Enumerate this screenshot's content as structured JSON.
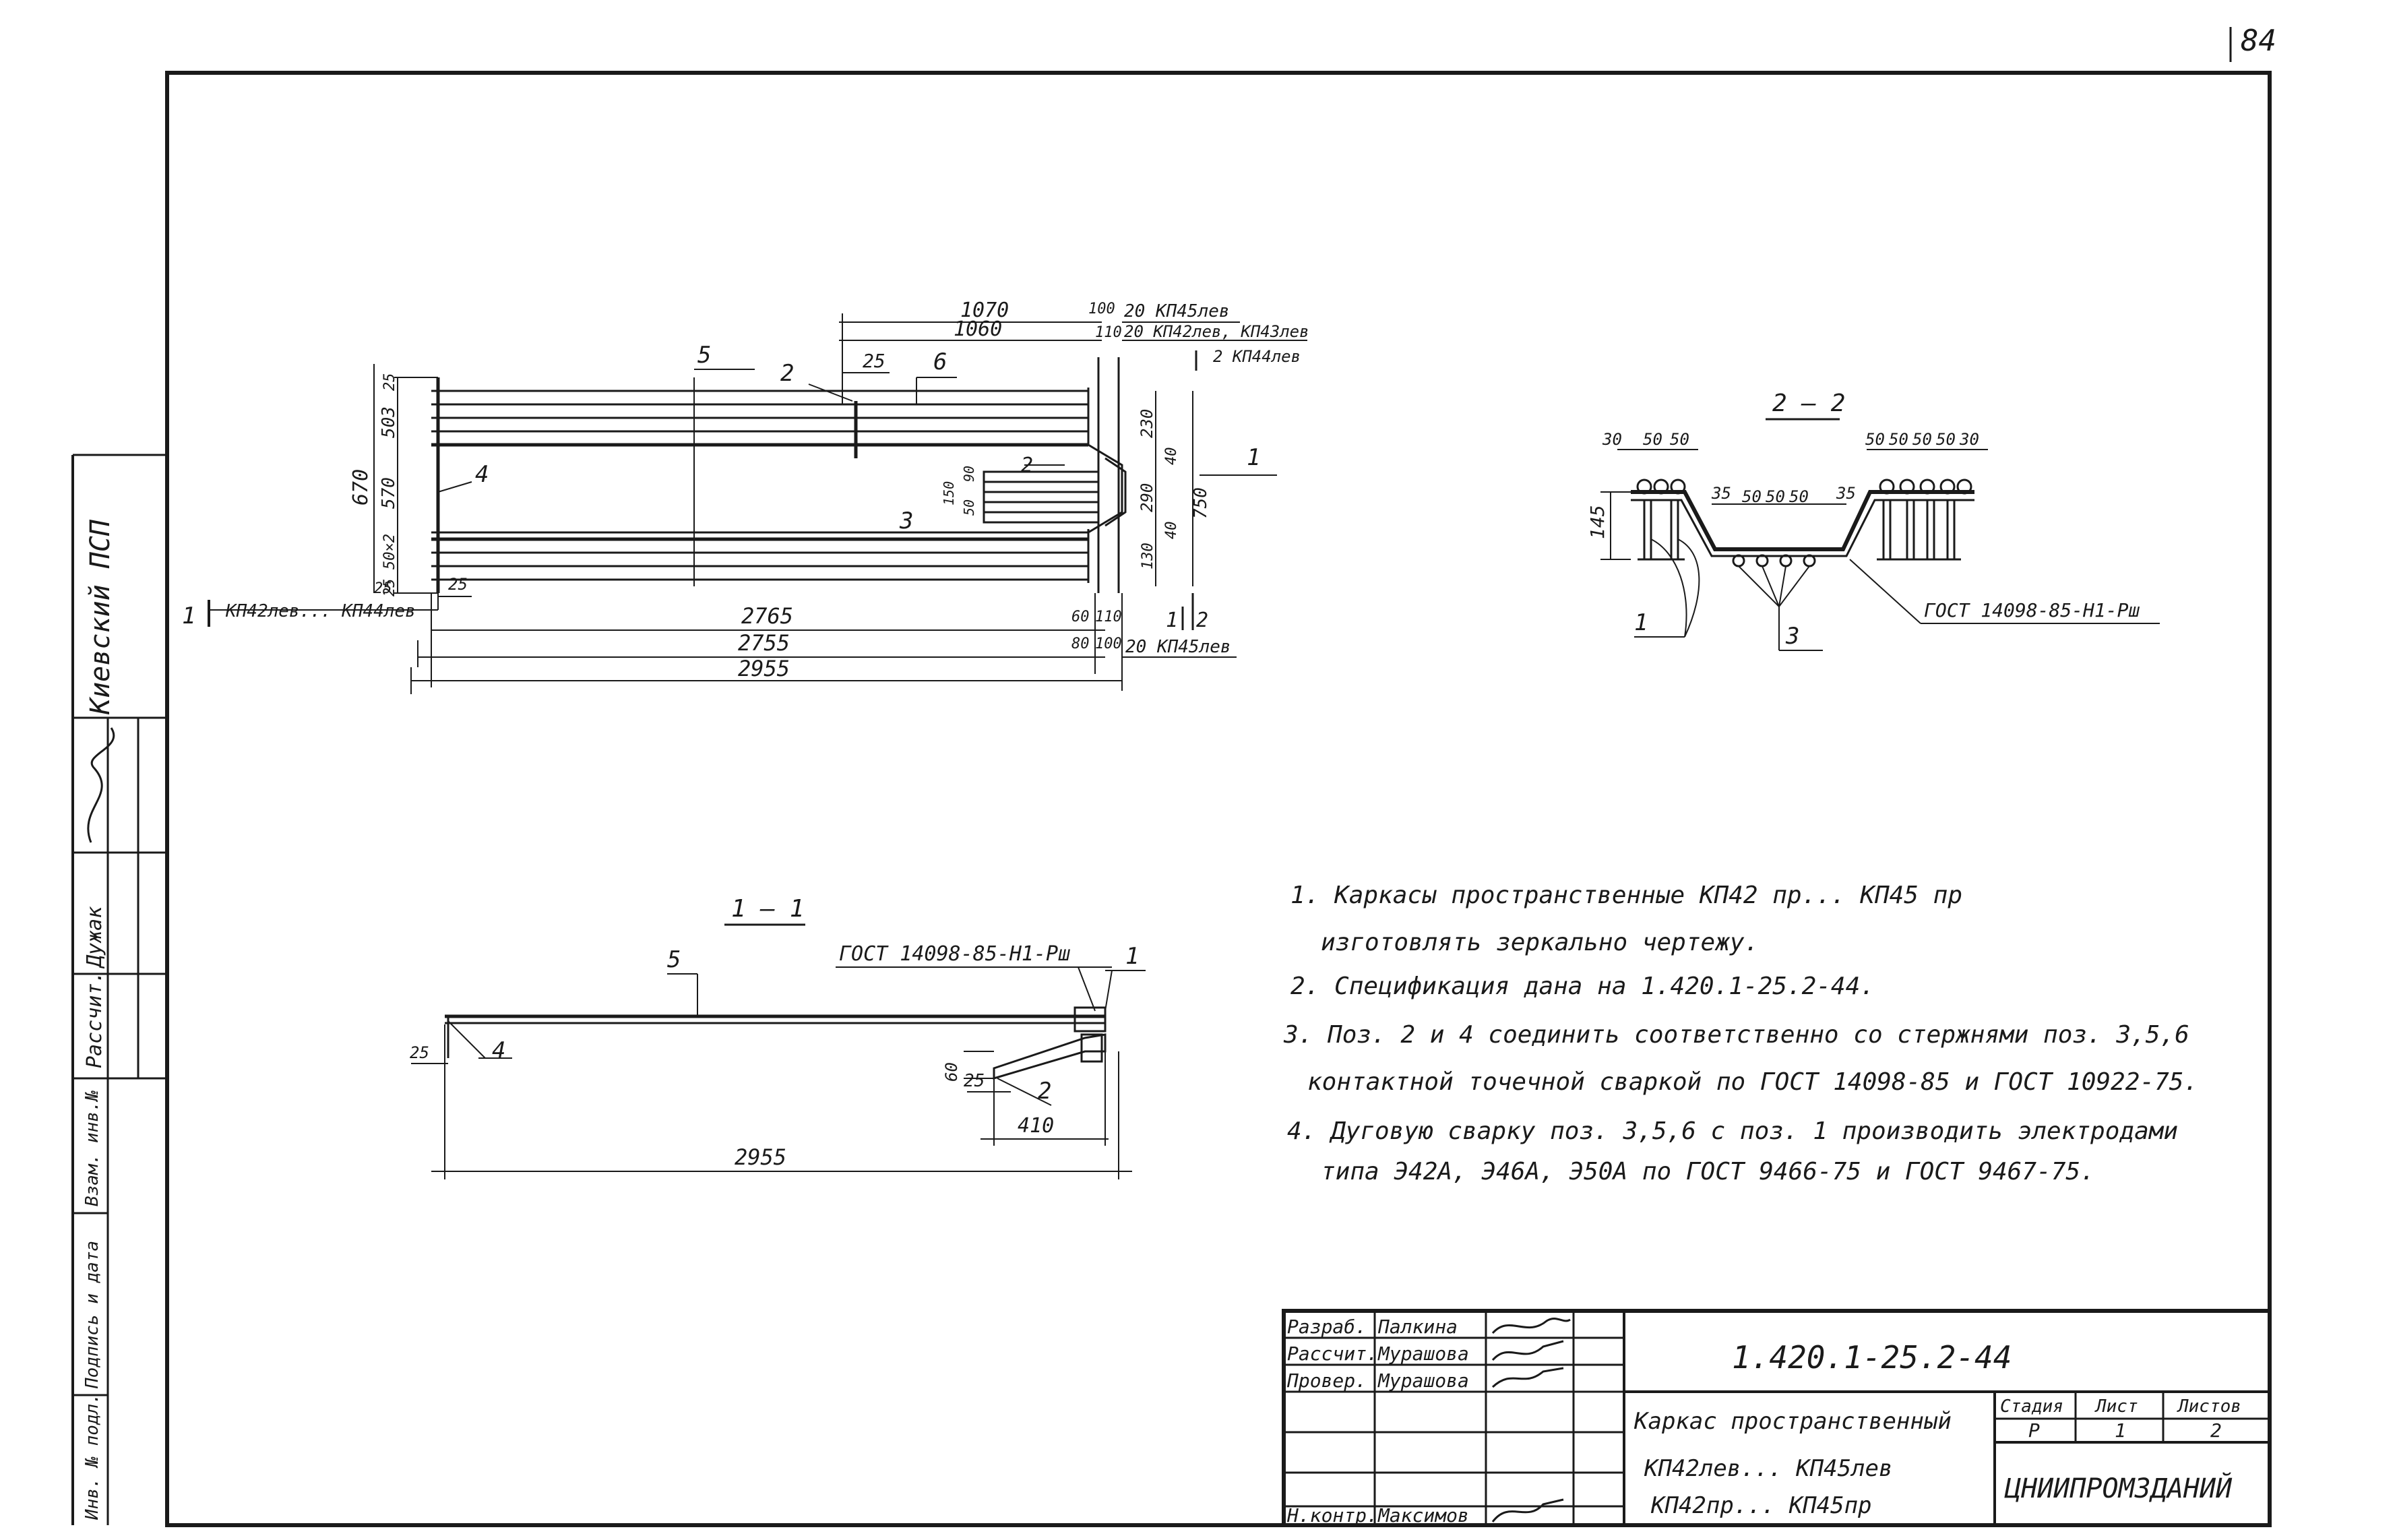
{
  "page_number": "84",
  "side_stamp": {
    "organization": "Киевский ПСП",
    "role": "Рассчит.",
    "name": "Дужак",
    "signature": "Дужак"
  },
  "side_columns": [
    "Взам. инв.№",
    "Подпись и дата",
    "Инв. № подл."
  ],
  "plan_view": {
    "labels": {
      "pos5": "5",
      "pos2": "2",
      "pos6": "6",
      "pos4": "4",
      "pos3": "3",
      "pos1": "1",
      "pos2b": "2",
      "dim_1070": "1070",
      "dim_1060": "1060",
      "dim_100": "100",
      "dim_110": "110",
      "note_kp45": "20 КП45лев",
      "note_kp42_43": "20 КП42лев, КП43лев",
      "note_kp44": "2 КП44лев",
      "dim_25_top": "25",
      "dim_25_left": "25",
      "dim_25_bot": "25",
      "dim_670": "670",
      "dim_503": "503",
      "dim_570": "570",
      "dim_50x2": "50×2",
      "dim_25v": "25",
      "dim_25v2": "25",
      "dim_230": "230",
      "dim_40": "40",
      "dim_290": "290",
      "dim_750": "750",
      "dim_40b": "40",
      "dim_130": "130",
      "dim_150": "150",
      "dim_90": "90",
      "dim_50": "50",
      "dim_2765": "2765",
      "dim_2755": "2755",
      "dim_2955": "2955",
      "dim_60": "60",
      "dim_110b": "110",
      "dim_80": "80",
      "dim_100b": "100",
      "note_kp45_bot": "20 КП45лев",
      "section_1": "1",
      "section_1_note": "КП42лев... КП44лев",
      "section_1r": "1",
      "section_2r": "2"
    }
  },
  "section_2_2": {
    "title": "2 – 2",
    "dims_left": [
      "30",
      "50",
      "50"
    ],
    "dims_mid": [
      "35",
      "50",
      "50",
      "50",
      "35"
    ],
    "dims_right": [
      "50",
      "50",
      "50",
      "50",
      "30"
    ],
    "height": "145",
    "callout_1": "1",
    "callout_3": "3",
    "gost_note": "ГОСТ 14098-85-Н1-Рш"
  },
  "section_1_1": {
    "title": "1 – 1",
    "gost_note": "ГОСТ 14098-85-Н1-Рш",
    "pos5": "5",
    "pos1": "1",
    "pos4": "4",
    "pos2": "2",
    "dim_25": "25",
    "dim_60": "60",
    "dim_25b": "25",
    "dim_410": "410",
    "dim_2955": "2955"
  },
  "notes": [
    "1. Каркасы пространственные КП42 пр... КП45 пр",
    "изготовлять зеркально чертежу.",
    "2. Спецификация дана на 1.420.1-25.2-44.",
    "3. Поз. 2 и 4 соединить соответственно со стержнями поз. 3,5,6",
    "контактной точечной сваркой по ГОСТ 14098-85 и ГОСТ 10922-75.",
    "4. Дуговую сварку поз. 3,5,6 с поз. 1 производить электродами",
    "типа Э42А, Э46А, Э50А по ГОСТ 9466-75 и ГОСТ 9467-75."
  ],
  "title_block": {
    "rows": [
      {
        "role": "Разраб.",
        "name": "Палкина"
      },
      {
        "role": "Рассчит.",
        "name": "Мурашова"
      },
      {
        "role": "Провер.",
        "name": "Мурашова"
      },
      {
        "role": "",
        "name": ""
      },
      {
        "role": "",
        "name": ""
      },
      {
        "role": "Н.контр.",
        "name": "Максимов"
      }
    ],
    "code": "1.420.1-25.2-44",
    "title_lines": [
      "Каркас пространственный",
      "КП42лев... КП45лев",
      "КП42пр... КП45пр"
    ],
    "stage_header": "Стадия",
    "sheet_header": "Лист",
    "sheets_header": "Листов",
    "stage": "Р",
    "sheet": "1",
    "sheets": "2",
    "organization": "ЦНИИПРОМЗДАНИЙ"
  }
}
